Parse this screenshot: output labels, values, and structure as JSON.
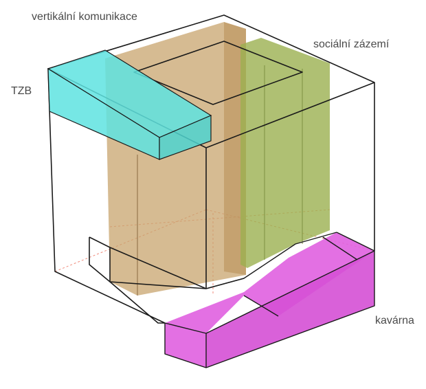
{
  "labels": {
    "vertical_communication": "vertikální komunikace",
    "social_facilities": "sociální zázemí",
    "tzb": "TZB",
    "cafe": "kavárna"
  },
  "colors": {
    "vertical_communication": "#c8a46e",
    "social_facilities": "#a3b55c",
    "tzb": "#5ee3e0",
    "cafe": "#e060e0",
    "outline": "#1a1a1a",
    "hidden_lines": "#f08a7a"
  }
}
